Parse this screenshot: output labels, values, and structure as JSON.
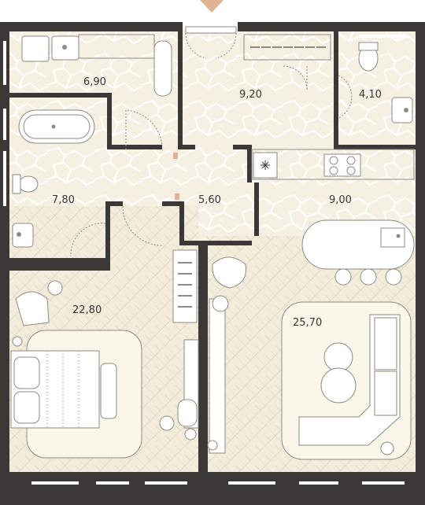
{
  "floor_plan": {
    "colors": {
      "wall": "#3d3838",
      "floor_stone": "#f6f0e3",
      "floor_parquet": "#f4ecdb",
      "vein": "#ffffff",
      "line": "#8f8a82",
      "accent": "#e0b396",
      "rug": "#fbf6ea"
    },
    "entrance_icon": "entrance-arrow-icon",
    "rooms": [
      {
        "id": "laundry",
        "area": "6,90"
      },
      {
        "id": "hall",
        "area": "9,20"
      },
      {
        "id": "wc",
        "area": "4,10"
      },
      {
        "id": "bathroom",
        "area": "7,80"
      },
      {
        "id": "corridor",
        "area": "5,60"
      },
      {
        "id": "kitchen",
        "area": "9,00"
      },
      {
        "id": "bedroom",
        "area": "22,80"
      },
      {
        "id": "living",
        "area": "25,70"
      }
    ]
  }
}
